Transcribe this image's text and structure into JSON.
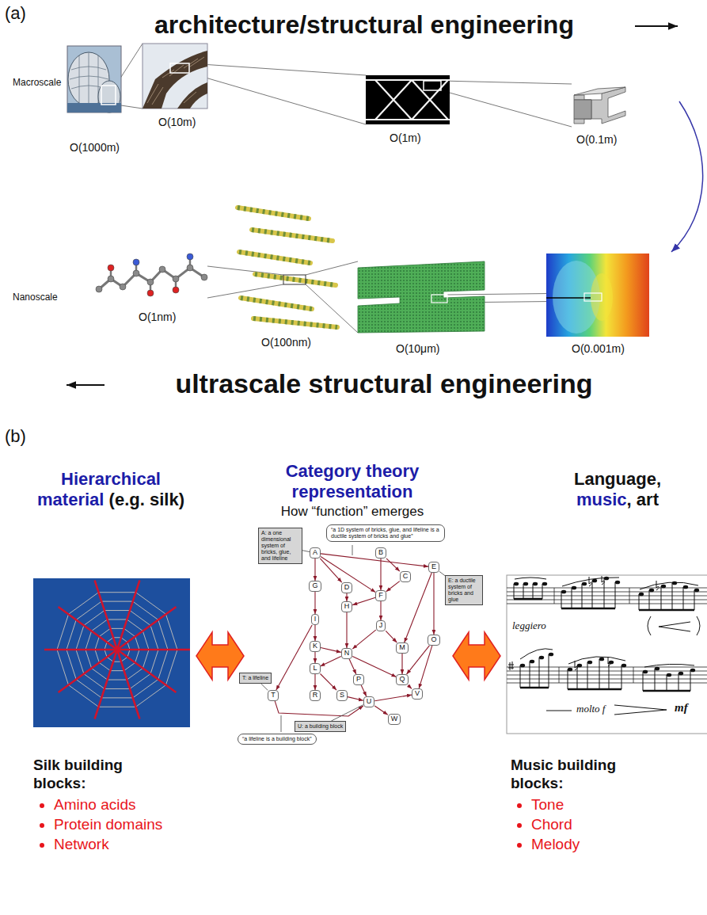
{
  "diagram": {
    "nodes": [
      {
        "text": [
          "A: a one dimensional system of bricks, glue, and lifeline"
        ]
      },
      {
        "text": [
          "“a 1D system of bricks, glue, and lifeline is a ductile system of bricks and glue”"
        ]
      },
      {
        "text": [
          "A"
        ]
      },
      {
        "text": [
          "B"
        ]
      },
      {
        "text": [
          "E"
        ]
      },
      {
        "text": [
          "E: a ductile system of bricks and glue"
        ]
      },
      {
        "text": [
          "C"
        ]
      },
      {
        "text": [
          "G"
        ]
      },
      {
        "text": [
          "D"
        ]
      },
      {
        "text": [
          "F"
        ]
      },
      {
        "text": [
          "H"
        ]
      },
      {
        "text": [
          "I"
        ]
      },
      {
        "text": [
          "J"
        ]
      },
      {
        "text": [
          "O"
        ]
      },
      {
        "text": [
          "K"
        ]
      },
      {
        "text": [
          "M"
        ]
      },
      {
        "text": [
          "N"
        ]
      },
      {
        "text": [
          "L"
        ]
      },
      {
        "text": [
          "P"
        ]
      },
      {
        "text": [
          "Q"
        ]
      },
      {
        "text": [
          "T: a lifeline"
        ]
      },
      {
        "text": [
          "T"
        ]
      },
      {
        "text": [
          "R"
        ]
      },
      {
        "text": [
          "S"
        ]
      },
      {
        "text": [
          "V"
        ]
      },
      {
        "text": [
          "U"
        ]
      },
      {
        "text": [
          "W"
        ]
      },
      {
        "text": [
          "U: a building block"
        ]
      },
      {
        "text": [
          "“a lifeline is a building block”"
        ]
      }
    ],
    "edges": [
      {
        "from": 2,
        "to": 7,
        "arrow": "to"
      },
      {
        "from": 2,
        "to": 8,
        "arrow": "to"
      },
      {
        "from": 2,
        "to": 9,
        "arrow": "to"
      },
      {
        "from": 2,
        "to": 4,
        "arrow": "to"
      },
      {
        "from": 3,
        "to": 9,
        "arrow": "to"
      },
      {
        "from": 3,
        "to": 6,
        "arrow": "to"
      },
      {
        "from": 6,
        "to": 9,
        "arrow": "to"
      },
      {
        "from": 4,
        "to": 13,
        "arrow": "to"
      },
      {
        "from": 4,
        "to": 15,
        "arrow": "to"
      },
      {
        "from": 7,
        "to": 11,
        "arrow": "to"
      },
      {
        "from": 8,
        "to": 10,
        "arrow": "to"
      },
      {
        "from": 9,
        "to": 10,
        "arrow": "to"
      },
      {
        "from": 9,
        "to": 12,
        "arrow": "to"
      },
      {
        "from": 10,
        "to": 16,
        "arrow": "to"
      },
      {
        "from": 11,
        "to": 14,
        "arrow": "to"
      },
      {
        "from": 11,
        "to": 21,
        "arrow": "to"
      },
      {
        "from": 12,
        "to": 16,
        "arrow": "to"
      },
      {
        "from": 12,
        "to": 15,
        "arrow": "to"
      },
      {
        "from": 14,
        "to": 16,
        "arrow": "to"
      },
      {
        "from": 14,
        "to": 17,
        "arrow": "to"
      },
      {
        "from": 16,
        "to": 17,
        "arrow": "to"
      },
      {
        "from": 16,
        "to": 18,
        "arrow": "to"
      },
      {
        "from": 16,
        "to": 19,
        "arrow": "to"
      },
      {
        "from": 15,
        "to": 19,
        "arrow": "to"
      },
      {
        "from": 13,
        "to": 19,
        "arrow": "to"
      },
      {
        "from": 13,
        "to": 24,
        "arrow": "to"
      },
      {
        "from": 17,
        "to": 22,
        "arrow": "to"
      },
      {
        "from": 17,
        "to": 23,
        "arrow": "to"
      },
      {
        "from": 18,
        "to": 25,
        "arrow": "to"
      },
      {
        "from": 23,
        "to": 25,
        "arrow": "to"
      },
      {
        "from": 19,
        "to": 24,
        "arrow": "to"
      },
      {
        "from": 25,
        "to": 24,
        "arrow": "to"
      },
      {
        "from": 25,
        "to": 26,
        "arrow": "to"
      },
      {
        "from": 21,
        "to": 25,
        "arrow": "to"
      },
      {
        "from": 0,
        "to": 2,
        "arrow": "none"
      },
      {
        "from": 5,
        "to": 4,
        "arrow": "none"
      },
      {
        "from": 20,
        "to": 21,
        "arrow": "none"
      },
      {
        "from": 27,
        "to": 25,
        "arrow": "none"
      }
    ],
    "labels": [
      "(a)",
      "architecture/structural engineering",
      "Macroscale",
      "O(1000m)",
      "O(10m)",
      "O(1m)",
      "O(0.1m)",
      "Nanoscale",
      "O(1nm)",
      "O(100nm)",
      "O(10μm)",
      "O(0.001m)",
      "ultrascale structural engineering",
      "(b)",
      "Hierarchical material",
      "(e.g. silk)",
      "Category theory representation",
      "How “function” emerges",
      "Language,",
      "music",
      ", art",
      "leggiero",
      "molto f",
      "mf",
      "Silk building blocks:",
      "Amino acids",
      "Protein domains",
      "Network",
      "Music building blocks:",
      "Tone",
      "Chord",
      "Melody"
    ]
  }
}
